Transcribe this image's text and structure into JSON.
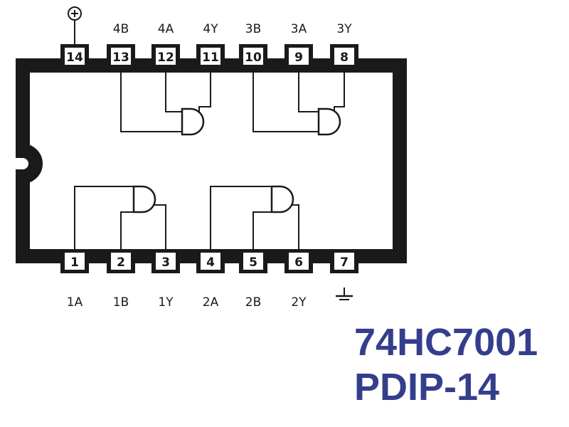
{
  "chip": {
    "top_pins": [
      {
        "number": "14",
        "label": ""
      },
      {
        "number": "13",
        "label": "4B"
      },
      {
        "number": "12",
        "label": "4A"
      },
      {
        "number": "11",
        "label": "4Y"
      },
      {
        "number": "10",
        "label": "3B"
      },
      {
        "number": "9",
        "label": "3A"
      },
      {
        "number": "8",
        "label": "3Y"
      }
    ],
    "bottom_pins": [
      {
        "number": "1",
        "label": "1A"
      },
      {
        "number": "2",
        "label": "1B"
      },
      {
        "number": "3",
        "label": "1Y"
      },
      {
        "number": "4",
        "label": "2A"
      },
      {
        "number": "5",
        "label": "2B"
      },
      {
        "number": "6",
        "label": "2Y"
      },
      {
        "number": "7",
        "label": ""
      }
    ],
    "vcc_symbol": "power-supply-icon",
    "gnd_symbol": "ground-icon",
    "gate_type": "and-gate-icon",
    "gate_count": 4
  },
  "title": {
    "part_number": "74HC7001",
    "package": "PDIP-14"
  },
  "colors": {
    "chip_body": "#1a1a1a",
    "title_text": "#343e8c"
  }
}
